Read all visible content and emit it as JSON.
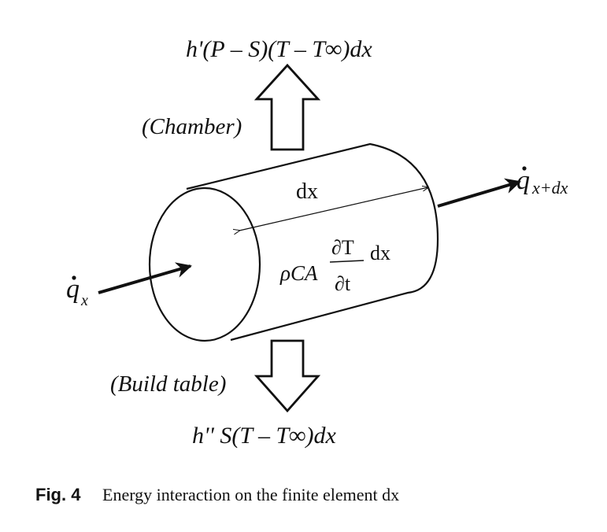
{
  "labels": {
    "chamber_flux": "h'(P – S)(T – T∞)dx",
    "chamber": "(Chamber)",
    "build_table": "(Build table)",
    "table_flux": "h'' S(T – T∞)dx",
    "length": "dx",
    "q_in_symbol": "q",
    "q_in_sub": "x",
    "q_out_symbol": "q",
    "q_out_sub": "x+dx",
    "storage_prefix": "ρCA",
    "storage_num": "∂T",
    "storage_den": "∂t",
    "storage_suffix": "dx"
  },
  "caption": {
    "label": "Fig. 4",
    "text": "Energy interaction on the finite element dx"
  },
  "colors": {
    "stroke": "#111111",
    "background": "#ffffff"
  }
}
